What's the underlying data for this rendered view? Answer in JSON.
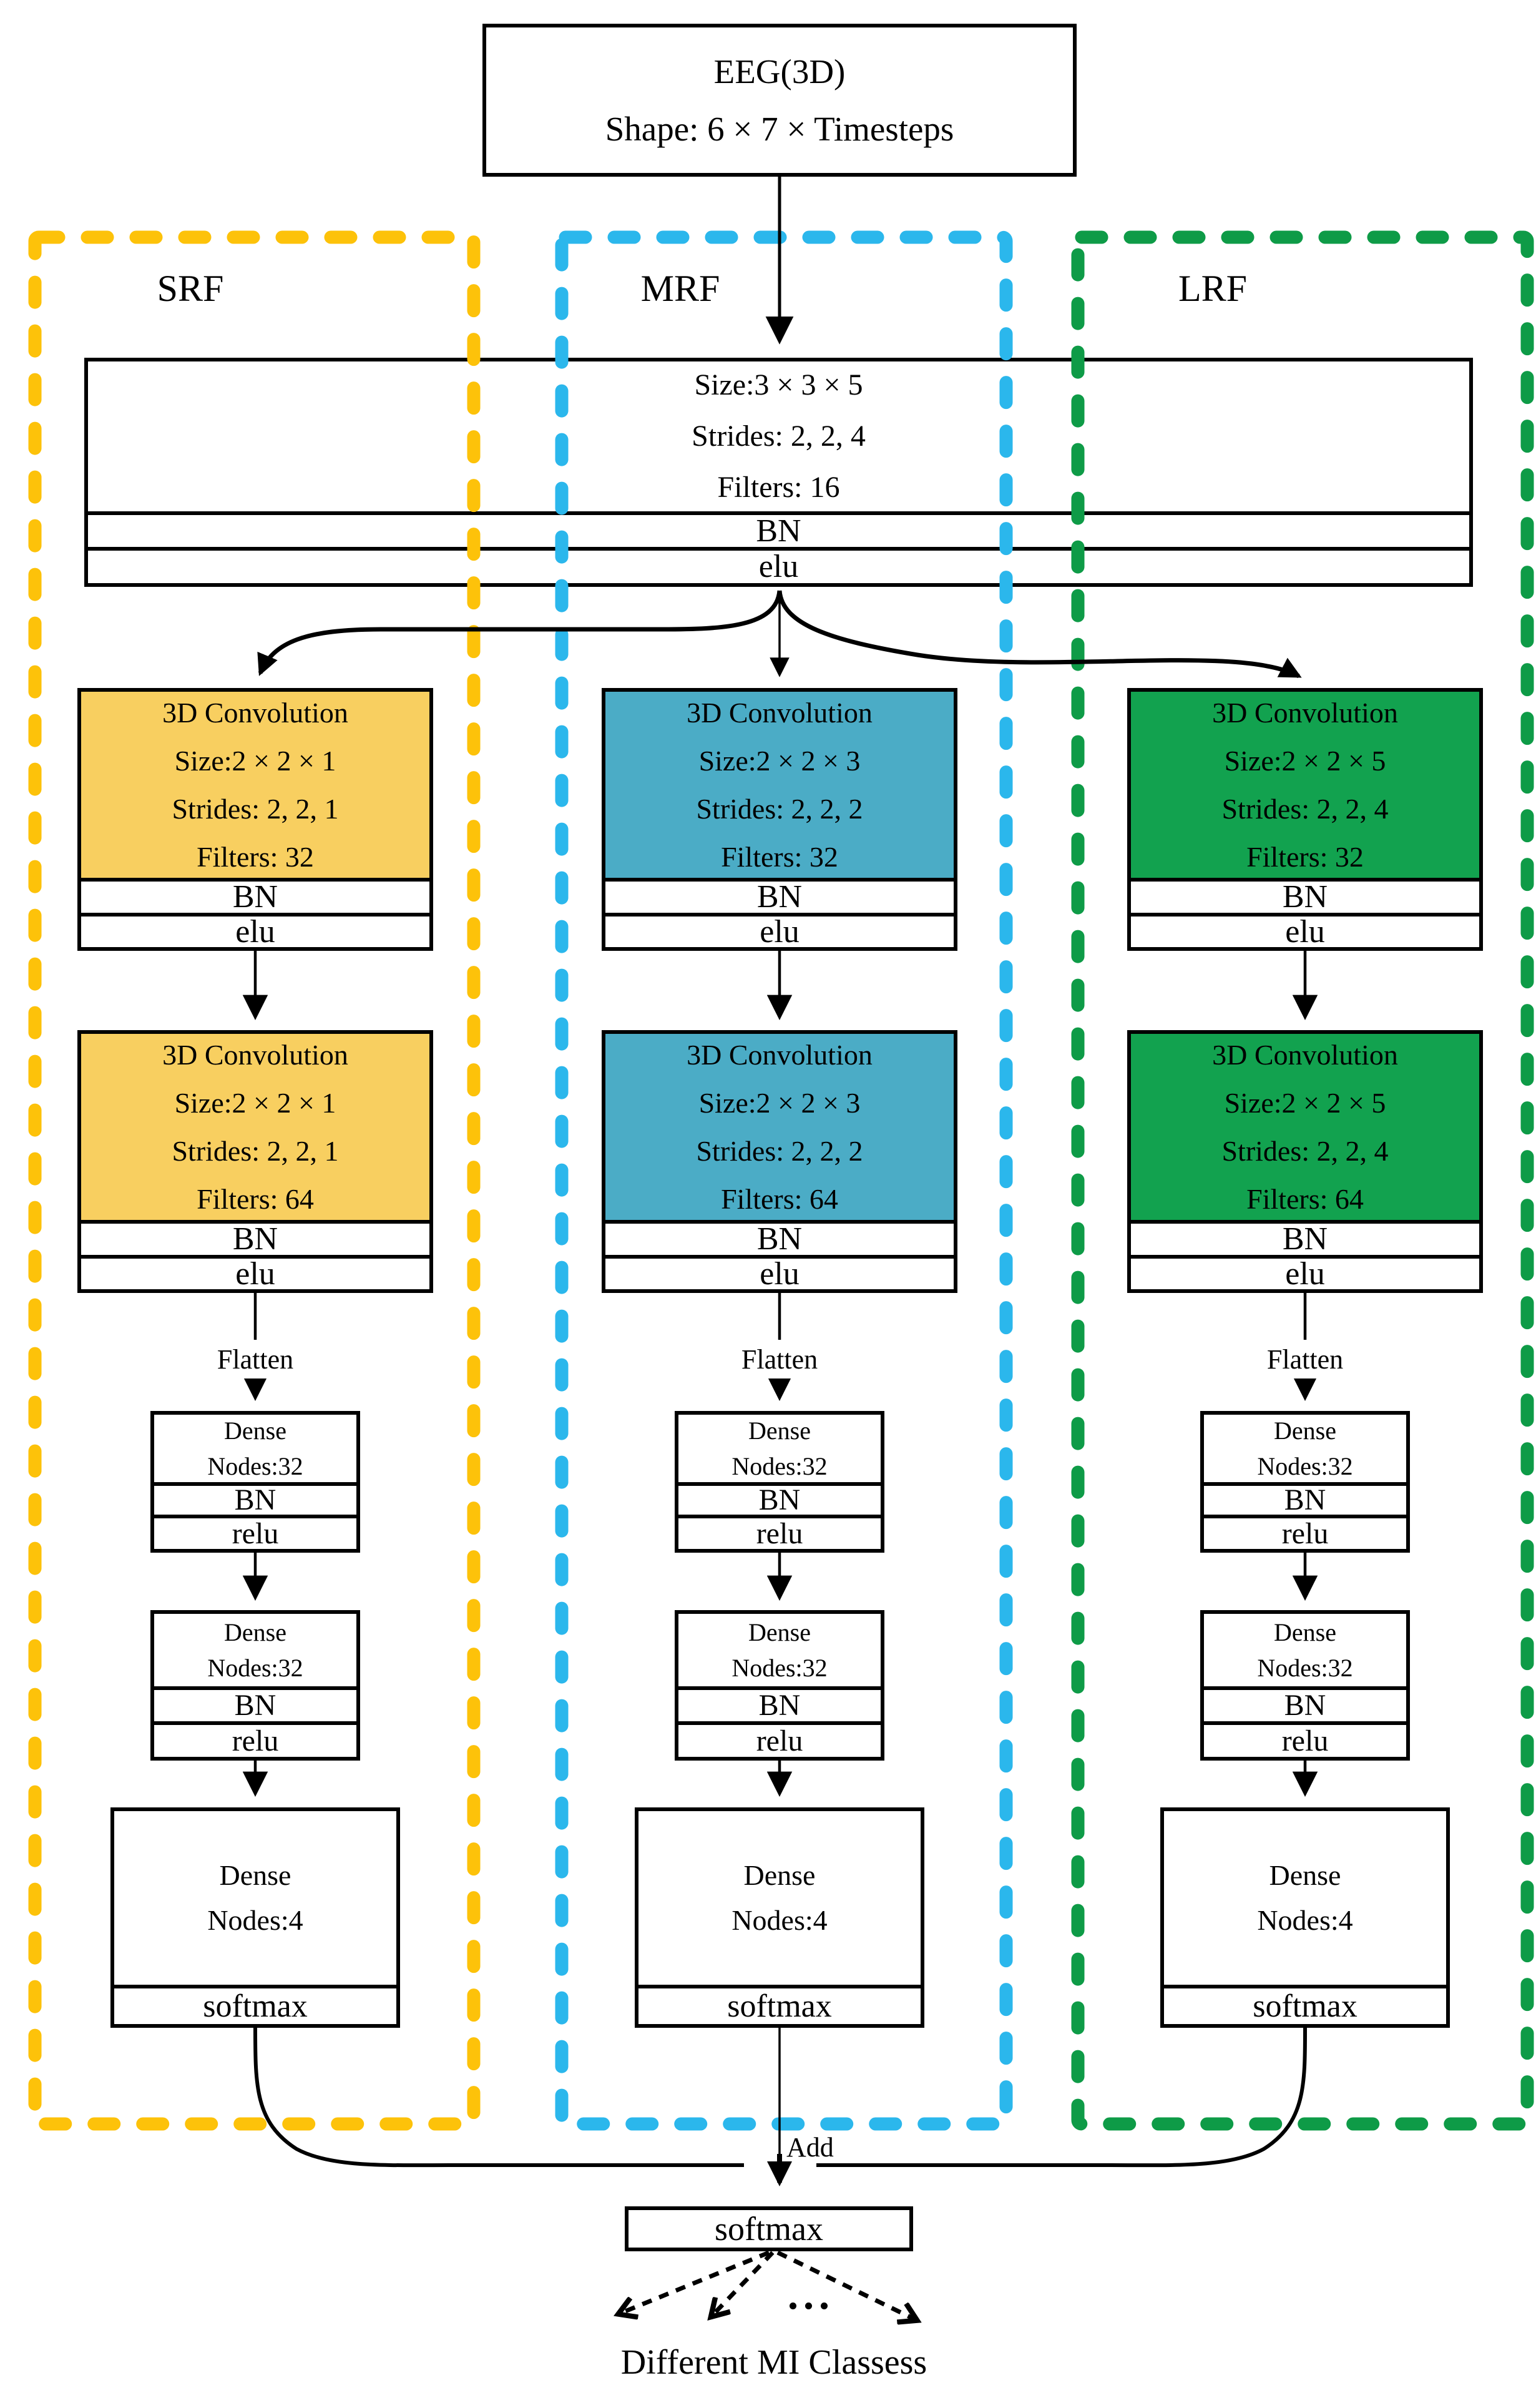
{
  "input": {
    "title": "EEG(3D)",
    "shape": "Shape: 6 × 7 × Timesteps"
  },
  "stem": {
    "size": "Size:3 × 3 × 5",
    "strides": "Strides: 2, 2, 4",
    "filters": "Filters: 16",
    "bn": "BN",
    "activation": "elu"
  },
  "branches": [
    {
      "label": "SRF",
      "dash_color": "#FDC20A",
      "fill_color": "#F8CF60",
      "conv1": {
        "title": "3D Convolution",
        "size": "Size:2 × 2 × 1",
        "strides": "Strides: 2, 2, 1",
        "filters": "Filters: 32",
        "bn": "BN",
        "activation": "elu"
      },
      "conv2": {
        "title": "3D Convolution",
        "size": "Size:2 × 2 × 1",
        "strides": "Strides: 2, 2, 1",
        "filters": "Filters: 64",
        "bn": "BN",
        "activation": "elu"
      },
      "flatten": "Flatten",
      "dense1": {
        "title": "Dense",
        "nodes": "Nodes:32",
        "bn": "BN",
        "activation": "relu"
      },
      "dense2": {
        "title": "Dense",
        "nodes": "Nodes:32",
        "bn": "BN",
        "activation": "relu"
      },
      "output_dense": {
        "title": "Dense",
        "nodes": "Nodes:4",
        "activation": "softmax"
      }
    },
    {
      "label": "MRF",
      "dash_color": "#2BB7EC",
      "fill_color": "#4BACC6",
      "conv1": {
        "title": "3D Convolution",
        "size": "Size:2 × 2 × 3",
        "strides": "Strides: 2, 2, 2",
        "filters": "Filters: 32",
        "bn": "BN",
        "activation": "elu"
      },
      "conv2": {
        "title": "3D Convolution",
        "size": "Size:2 × 2 × 3",
        "strides": "Strides: 2, 2, 2",
        "filters": "Filters: 64",
        "bn": "BN",
        "activation": "elu"
      },
      "flatten": "Flatten",
      "dense1": {
        "title": "Dense",
        "nodes": "Nodes:32",
        "bn": "BN",
        "activation": "relu"
      },
      "dense2": {
        "title": "Dense",
        "nodes": "Nodes:32",
        "bn": "BN",
        "activation": "relu"
      },
      "output_dense": {
        "title": "Dense",
        "nodes": "Nodes:4",
        "activation": "softmax"
      }
    },
    {
      "label": "LRF",
      "dash_color": "#0E9B47",
      "fill_color": "#12A24F",
      "conv1": {
        "title": "3D Convolution",
        "size": "Size:2 × 2 × 5",
        "strides": "Strides: 2, 2, 4",
        "filters": "Filters: 32",
        "bn": "BN",
        "activation": "elu"
      },
      "conv2": {
        "title": "3D Convolution",
        "size": "Size:2 × 2 × 5",
        "strides": "Strides: 2, 2, 4",
        "filters": "Filters: 64",
        "bn": "BN",
        "activation": "elu"
      },
      "flatten": "Flatten",
      "dense1": {
        "title": "Dense",
        "nodes": "Nodes:32",
        "bn": "BN",
        "activation": "relu"
      },
      "dense2": {
        "title": "Dense",
        "nodes": "Nodes:32",
        "bn": "BN",
        "activation": "relu"
      },
      "output_dense": {
        "title": "Dense",
        "nodes": "Nodes:4",
        "activation": "softmax"
      }
    }
  ],
  "merge": {
    "add_label": "Add",
    "softmax_label": "softmax",
    "ellipsis": "...",
    "output_caption": "Different MI Classess"
  }
}
